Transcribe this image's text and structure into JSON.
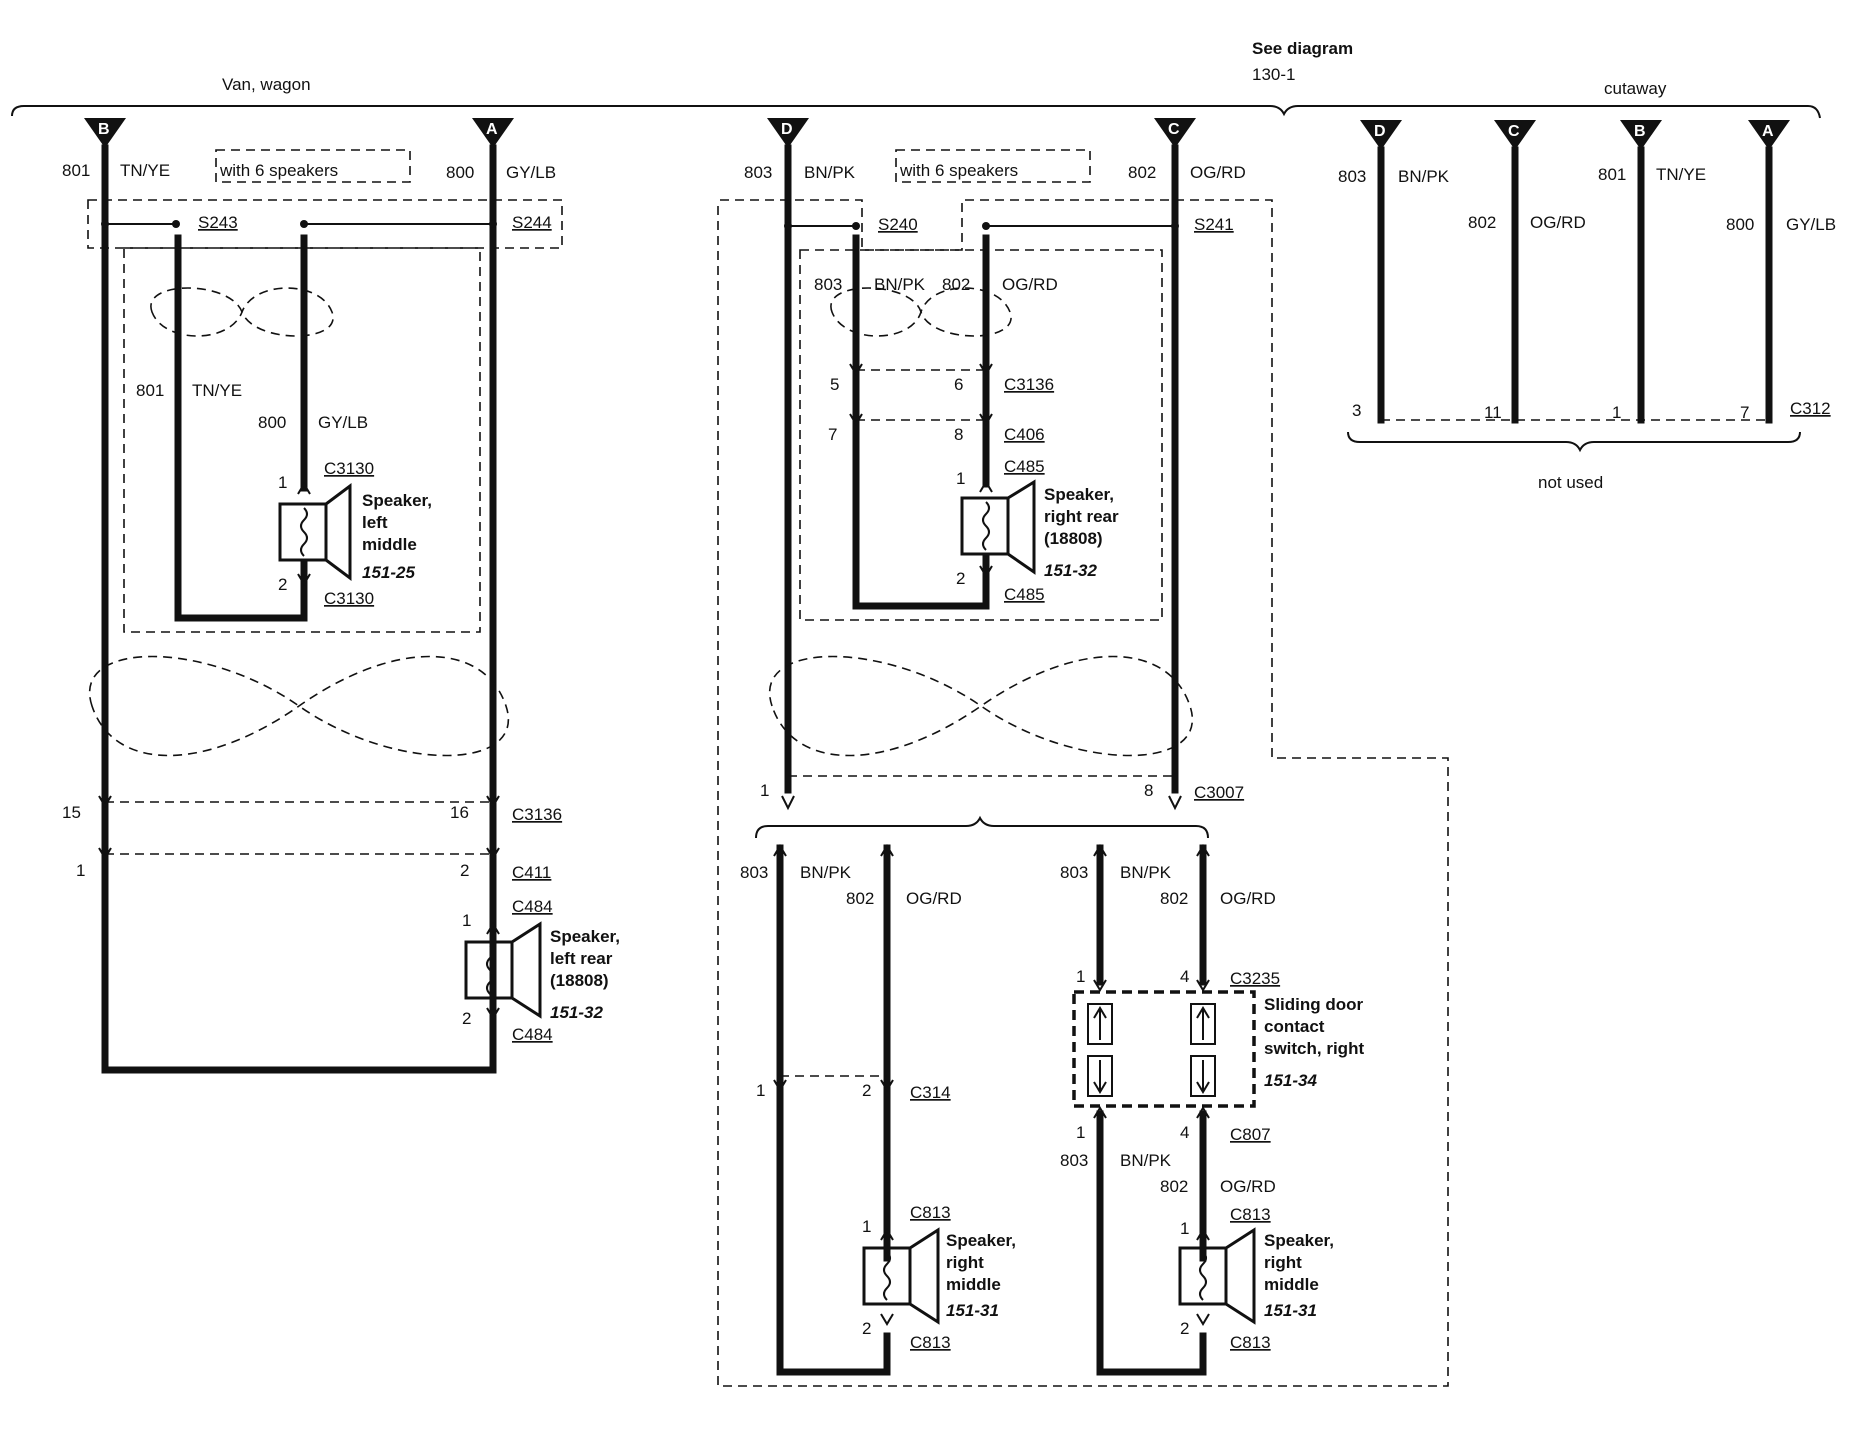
{
  "labels": {
    "see_diagram": "See diagram",
    "see_diagram_ref": "130-1",
    "van_wagon": "Van, wagon",
    "cutaway": "cutaway",
    "not_used": "not used",
    "with_6_speakers": "with 6 speakers"
  },
  "terminals": {
    "B": "B",
    "A": "A",
    "D": "D",
    "C": "C"
  },
  "circuits": {
    "c801": "801",
    "c800": "800",
    "c803": "803",
    "c802": "802",
    "tnye": "TN/YE",
    "gylb": "GY/LB",
    "bnpk": "BN/PK",
    "ogrd": "OG/RD"
  },
  "splices": {
    "s243": "S243",
    "s244": "S244",
    "s240": "S240",
    "s241": "S241"
  },
  "connectors": {
    "c3130": "C3130",
    "c3136": "C3136",
    "c411": "C411",
    "c484": "C484",
    "c406": "C406",
    "c485": "C485",
    "c3007": "C3007",
    "c314": "C314",
    "c813": "C813",
    "c3235": "C3235",
    "c807": "C807",
    "c312": "C312"
  },
  "pins": {
    "p1": "1",
    "p2": "2",
    "p3": "3",
    "p4": "4",
    "p5": "5",
    "p6": "6",
    "p7": "7",
    "p8": "8",
    "p11": "11",
    "p15": "15",
    "p16": "16"
  },
  "components": {
    "spk_left_middle": [
      "Speaker,",
      "left",
      "middle"
    ],
    "spk_left_middle_ref": "151-25",
    "spk_right_rear": [
      "Speaker,",
      "right rear",
      "(18808)"
    ],
    "spk_right_rear_ref": "151-32",
    "spk_left_rear": [
      "Speaker,",
      "left rear",
      "(18808)"
    ],
    "spk_left_rear_ref": "151-32",
    "spk_right_middle": [
      "Speaker,",
      "right",
      "middle"
    ],
    "spk_right_middle_ref": "151-31",
    "sliding_door": [
      "Sliding door",
      "contact",
      "switch, right"
    ],
    "sliding_door_ref": "151-34"
  }
}
